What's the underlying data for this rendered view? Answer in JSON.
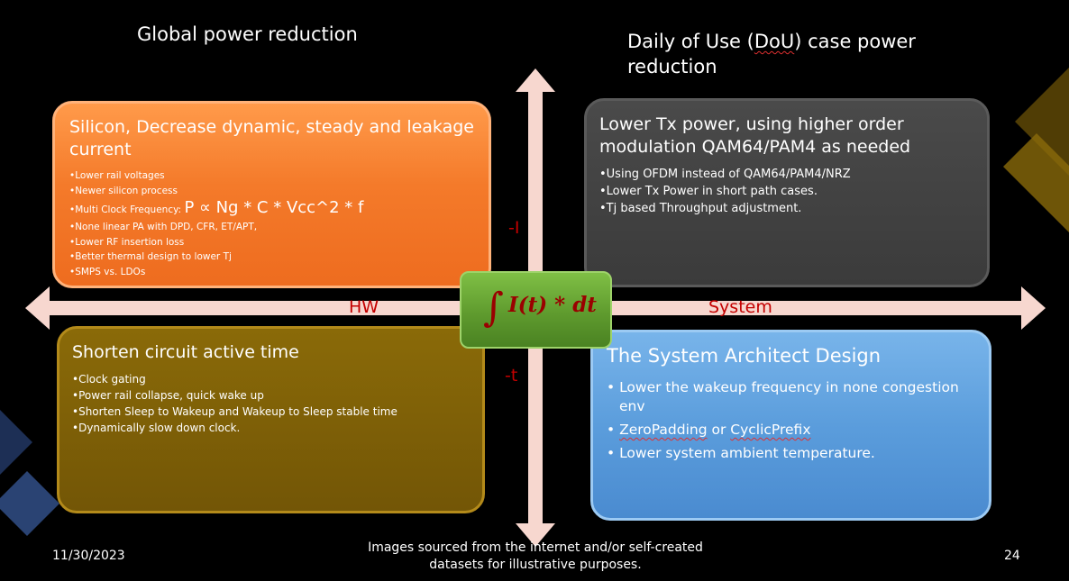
{
  "headings": {
    "left": "Global power reduction",
    "right": "Daily of Use (DoU) case power reduction",
    "right_dou": "DoU"
  },
  "boxes": {
    "silicon": {
      "title": "Silicon, Decrease dynamic, steady and leakage current",
      "items": [
        "Lower rail voltages",
        "Newer silicon process",
        "Multi Clock Frequency:",
        "None linear PA with DPD, CFR, ET/APT,",
        "Lower RF insertion loss",
        "Better thermal design to lower Tj",
        "SMPS vs. LDOs"
      ],
      "formula": "P ∝  Ng * C * Vcc^2 * f",
      "color": "#f47a2a"
    },
    "lower_tx": {
      "title": "Lower Tx power, using higher order modulation QAM64/PAM4 as needed",
      "items": [
        "•Using OFDM instead of QAM64/PAM4/NRZ",
        "•Lower Tx Power in short path cases.",
        "•Tj based Throughput adjustment."
      ],
      "color": "#404040"
    },
    "shorten": {
      "title": "Shorten circuit active time",
      "items": [
        "•Clock gating",
        "•Power rail collapse, quick wake up",
        "•Shorten Sleep to Wakeup and Wakeup to Sleep stable time",
        "•Dynamically slow down clock."
      ],
      "color": "#7a5c05"
    },
    "architect": {
      "title": "The System Architect Design",
      "items": [
        "• Lower the wakeup frequency in none congestion env",
        "• ZeroPadding or CyclicPrefix",
        "• Lower system ambient temperature."
      ],
      "color": "#5b9ddc"
    }
  },
  "center": {
    "integral": "∫",
    "expression": "I(t) * dt",
    "color": "#5f9b2e"
  },
  "axis_labels": {
    "hw": "HW",
    "system": "System",
    "minus_i": "-I",
    "minus_t": "-t"
  },
  "footer": {
    "date": "11/30/2023",
    "note": "Images sourced from the internet and/or self-created datasets for illustrative purposes.",
    "page": "24"
  }
}
